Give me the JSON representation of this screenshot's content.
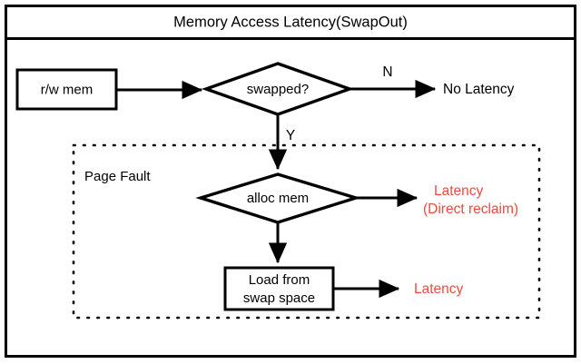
{
  "diagram": {
    "title": "Memory Access Latency(SwapOut)",
    "colors": {
      "stroke": "#000000",
      "background": "#ffffff",
      "latency_red": "#f4483f",
      "text_black": "#000000"
    },
    "nodes": {
      "rw_mem": {
        "label": "r/w mem",
        "shape": "rectangle"
      },
      "swapped": {
        "label": "swapped?",
        "shape": "diamond"
      },
      "no_latency": {
        "label": "No Latency",
        "shape": "text"
      },
      "alloc_mem": {
        "label": "alloc mem",
        "shape": "diamond"
      },
      "latency_direct_reclaim_line1": "Latency",
      "latency_direct_reclaim_line2": "(Direct reclaim)",
      "load_swap_line1": "Load from",
      "load_swap_line2": "swap space",
      "latency": {
        "label": "Latency",
        "shape": "text"
      }
    },
    "group": {
      "page_fault_label": "Page Fault"
    },
    "edge_labels": {
      "no_branch": "N",
      "yes_branch": "Y"
    }
  }
}
